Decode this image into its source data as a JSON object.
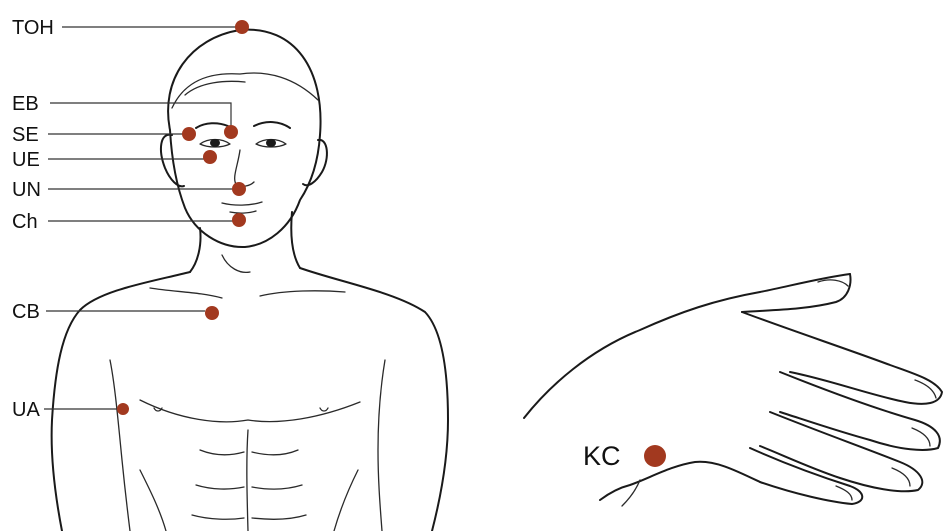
{
  "colors": {
    "point": "#a2391f",
    "leader": "#333333",
    "sketch": "#1a1a1a"
  },
  "points": [
    {
      "id": "toh",
      "label": "TOH"
    },
    {
      "id": "eb",
      "label": "EB"
    },
    {
      "id": "se",
      "label": "SE"
    },
    {
      "id": "ue",
      "label": "UE"
    },
    {
      "id": "un",
      "label": "UN"
    },
    {
      "id": "ch",
      "label": "Ch"
    },
    {
      "id": "cb",
      "label": "CB"
    },
    {
      "id": "ua",
      "label": "UA"
    },
    {
      "id": "kc",
      "label": "KC"
    }
  ]
}
